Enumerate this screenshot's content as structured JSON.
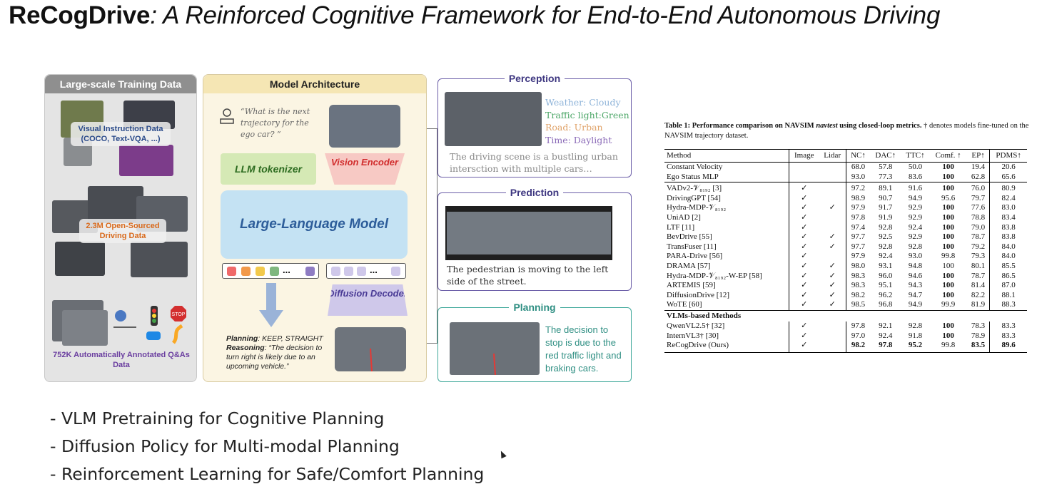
{
  "title": {
    "name": "ReCogDrive",
    "subtitle": ": A Reinforced Cognitive Framework for End-to-End Autonomous Driving"
  },
  "figure": {
    "data_panel": {
      "header": "Large-scale Training Data",
      "tag1": "Visual Instruction Data (COCO, Text-VQA, ...)",
      "tag2": "2.3M Open-Sourced Driving Data",
      "caption": "752K Automatically Annotated Q&As Data",
      "stop_sign": "STOP"
    },
    "arch_panel": {
      "header": "Model Architecture",
      "question": "“What is the next trajectory for the ego car? ”",
      "llm_tokenizer": "LLM tokenizer",
      "vision_encoder": "Vision Encoder",
      "llm": "Large-Language Model",
      "diffusion_decoder": "Diffusion Decoder",
      "token_dots": "...",
      "planning_label": "Planning",
      "planning_value": ": KEEP, STRAIGHT",
      "reasoning_label": "Reasoning",
      "reasoning_value": ": “The decision to turn right is likely due to an upcoming vehicle.”"
    },
    "perception": {
      "label": "Perception",
      "weather": "Weather: Cloudy",
      "traffic": "Traffic light:Green",
      "road": "Road: Urban",
      "time": "Time: Daylight",
      "text": "The driving scene is a bustling urban intersction with multiple cars…"
    },
    "prediction": {
      "label": "Prediction",
      "text": "The pedestrian is moving to the left side of the street."
    },
    "planning": {
      "label": "Planning",
      "text": "The decision to stop is due to the red traffic light and braking cars."
    }
  },
  "table": {
    "caption_bold": "Table 1: Performance comparison on NAVSIM",
    "caption_italic": "navtest",
    "caption_bold2": "using closed-loop metrics.",
    "caption_rest": "† denotes models fine-tuned on the NAVSIM trajectory dataset.",
    "headers": [
      "Method",
      "Image",
      "Lidar",
      "NC↑",
      "DAC↑",
      "TTC↑",
      "Comf. ↑",
      "EP↑",
      "PDMS↑"
    ],
    "group1": [
      {
        "method": "Constant Velocity",
        "image": "",
        "lidar": "",
        "nc": "68.0",
        "dac": "57.8",
        "ttc": "50.0",
        "comf": "100",
        "ep": "19.4",
        "pdms": "20.6"
      },
      {
        "method": "Ego Status MLP",
        "image": "",
        "lidar": "",
        "nc": "93.0",
        "dac": "77.3",
        "ttc": "83.6",
        "comf": "100",
        "ep": "62.8",
        "pdms": "65.6"
      }
    ],
    "group2": [
      {
        "method": "VADv2-𝒱₈₁₉₂ [3]",
        "image": "✓",
        "lidar": "",
        "nc": "97.2",
        "dac": "89.1",
        "ttc": "91.6",
        "comf": "100",
        "ep": "76.0",
        "pdms": "80.9"
      },
      {
        "method": "DrivingGPT [54]",
        "image": "✓",
        "lidar": "",
        "nc": "98.9",
        "dac": "90.7",
        "ttc": "94.9",
        "comf": "95.6",
        "ep": "79.7",
        "pdms": "82.4"
      },
      {
        "method": "Hydra-MDP-𝒱₈₁₉₂",
        "image": "✓",
        "lidar": "✓",
        "nc": "97.9",
        "dac": "91.7",
        "ttc": "92.9",
        "comf": "100",
        "ep": "77.6",
        "pdms": "83.0"
      },
      {
        "method": "UniAD [2]",
        "image": "✓",
        "lidar": "",
        "nc": "97.8",
        "dac": "91.9",
        "ttc": "92.9",
        "comf": "100",
        "ep": "78.8",
        "pdms": "83.4"
      },
      {
        "method": "LTF [11]",
        "image": "✓",
        "lidar": "",
        "nc": "97.4",
        "dac": "92.8",
        "ttc": "92.4",
        "comf": "100",
        "ep": "79.0",
        "pdms": "83.8"
      },
      {
        "method": "BevDrive [55]",
        "image": "✓",
        "lidar": "✓",
        "nc": "97.7",
        "dac": "92.5",
        "ttc": "92.9",
        "comf": "100",
        "ep": "78.7",
        "pdms": "83.8"
      },
      {
        "method": "TransFuser [11]",
        "image": "✓",
        "lidar": "✓",
        "nc": "97.7",
        "dac": "92.8",
        "ttc": "92.8",
        "comf": "100",
        "ep": "79.2",
        "pdms": "84.0"
      },
      {
        "method": "PARA-Drive [56]",
        "image": "✓",
        "lidar": "",
        "nc": "97.9",
        "dac": "92.4",
        "ttc": "93.0",
        "comf": "99.8",
        "ep": "79.3",
        "pdms": "84.0"
      },
      {
        "method": "DRAMA  [57]",
        "image": "✓",
        "lidar": "✓",
        "nc": "98.0",
        "dac": "93.1",
        "ttc": "94.8",
        "comf": "100",
        "ep": "80.1",
        "pdms": "85.5"
      },
      {
        "method": "Hydra-MDP-𝒱₈₁₉₂-W-EP [58]",
        "image": "✓",
        "lidar": "✓",
        "nc": "98.3",
        "dac": "96.0",
        "ttc": "94.6",
        "comf": "100",
        "ep": "78.7",
        "pdms": "86.5"
      },
      {
        "method": "ARTEMIS [59]",
        "image": "✓",
        "lidar": "✓",
        "nc": "98.3",
        "dac": "95.1",
        "ttc": "94.3",
        "comf": "100",
        "ep": "81.4",
        "pdms": "87.0"
      },
      {
        "method": "DiffusionDrive [12]",
        "image": "✓",
        "lidar": "✓",
        "nc": "98.2",
        "dac": "96.2",
        "ttc": "94.7",
        "comf": "100",
        "ep": "82.2",
        "pdms": "88.1"
      },
      {
        "method": "WoTE [60]",
        "image": "✓",
        "lidar": "✓",
        "nc": "98.5",
        "dac": "96.8",
        "ttc": "94.9",
        "comf": "99.9",
        "ep": "81.9",
        "pdms": "88.3"
      }
    ],
    "group3_title": "VLMs-based Methods",
    "group3": [
      {
        "method": "QwenVL2.5† [32]",
        "image": "✓",
        "lidar": "",
        "nc": "97.8",
        "dac": "92.1",
        "ttc": "92.8",
        "comf": "100",
        "ep": "78.3",
        "pdms": "83.3"
      },
      {
        "method": "InternVL3† [30]",
        "image": "✓",
        "lidar": "",
        "nc": "97.0",
        "dac": "92.4",
        "ttc": "91.8",
        "comf": "100",
        "ep": "78.9",
        "pdms": "83.3"
      },
      {
        "method": "ReCogDrive (Ours)",
        "image": "✓",
        "lidar": "",
        "nc": "98.2",
        "dac": "97.8",
        "ttc": "95.2",
        "comf": "99.8",
        "ep": "83.5",
        "pdms": "89.6"
      }
    ]
  },
  "bullets": [
    "- VLM Pretraining for Cognitive Planning",
    "- Diffusion Policy for Multi-modal Planning",
    "- Reinforcement Learning for Safe/Comfort Planning"
  ]
}
